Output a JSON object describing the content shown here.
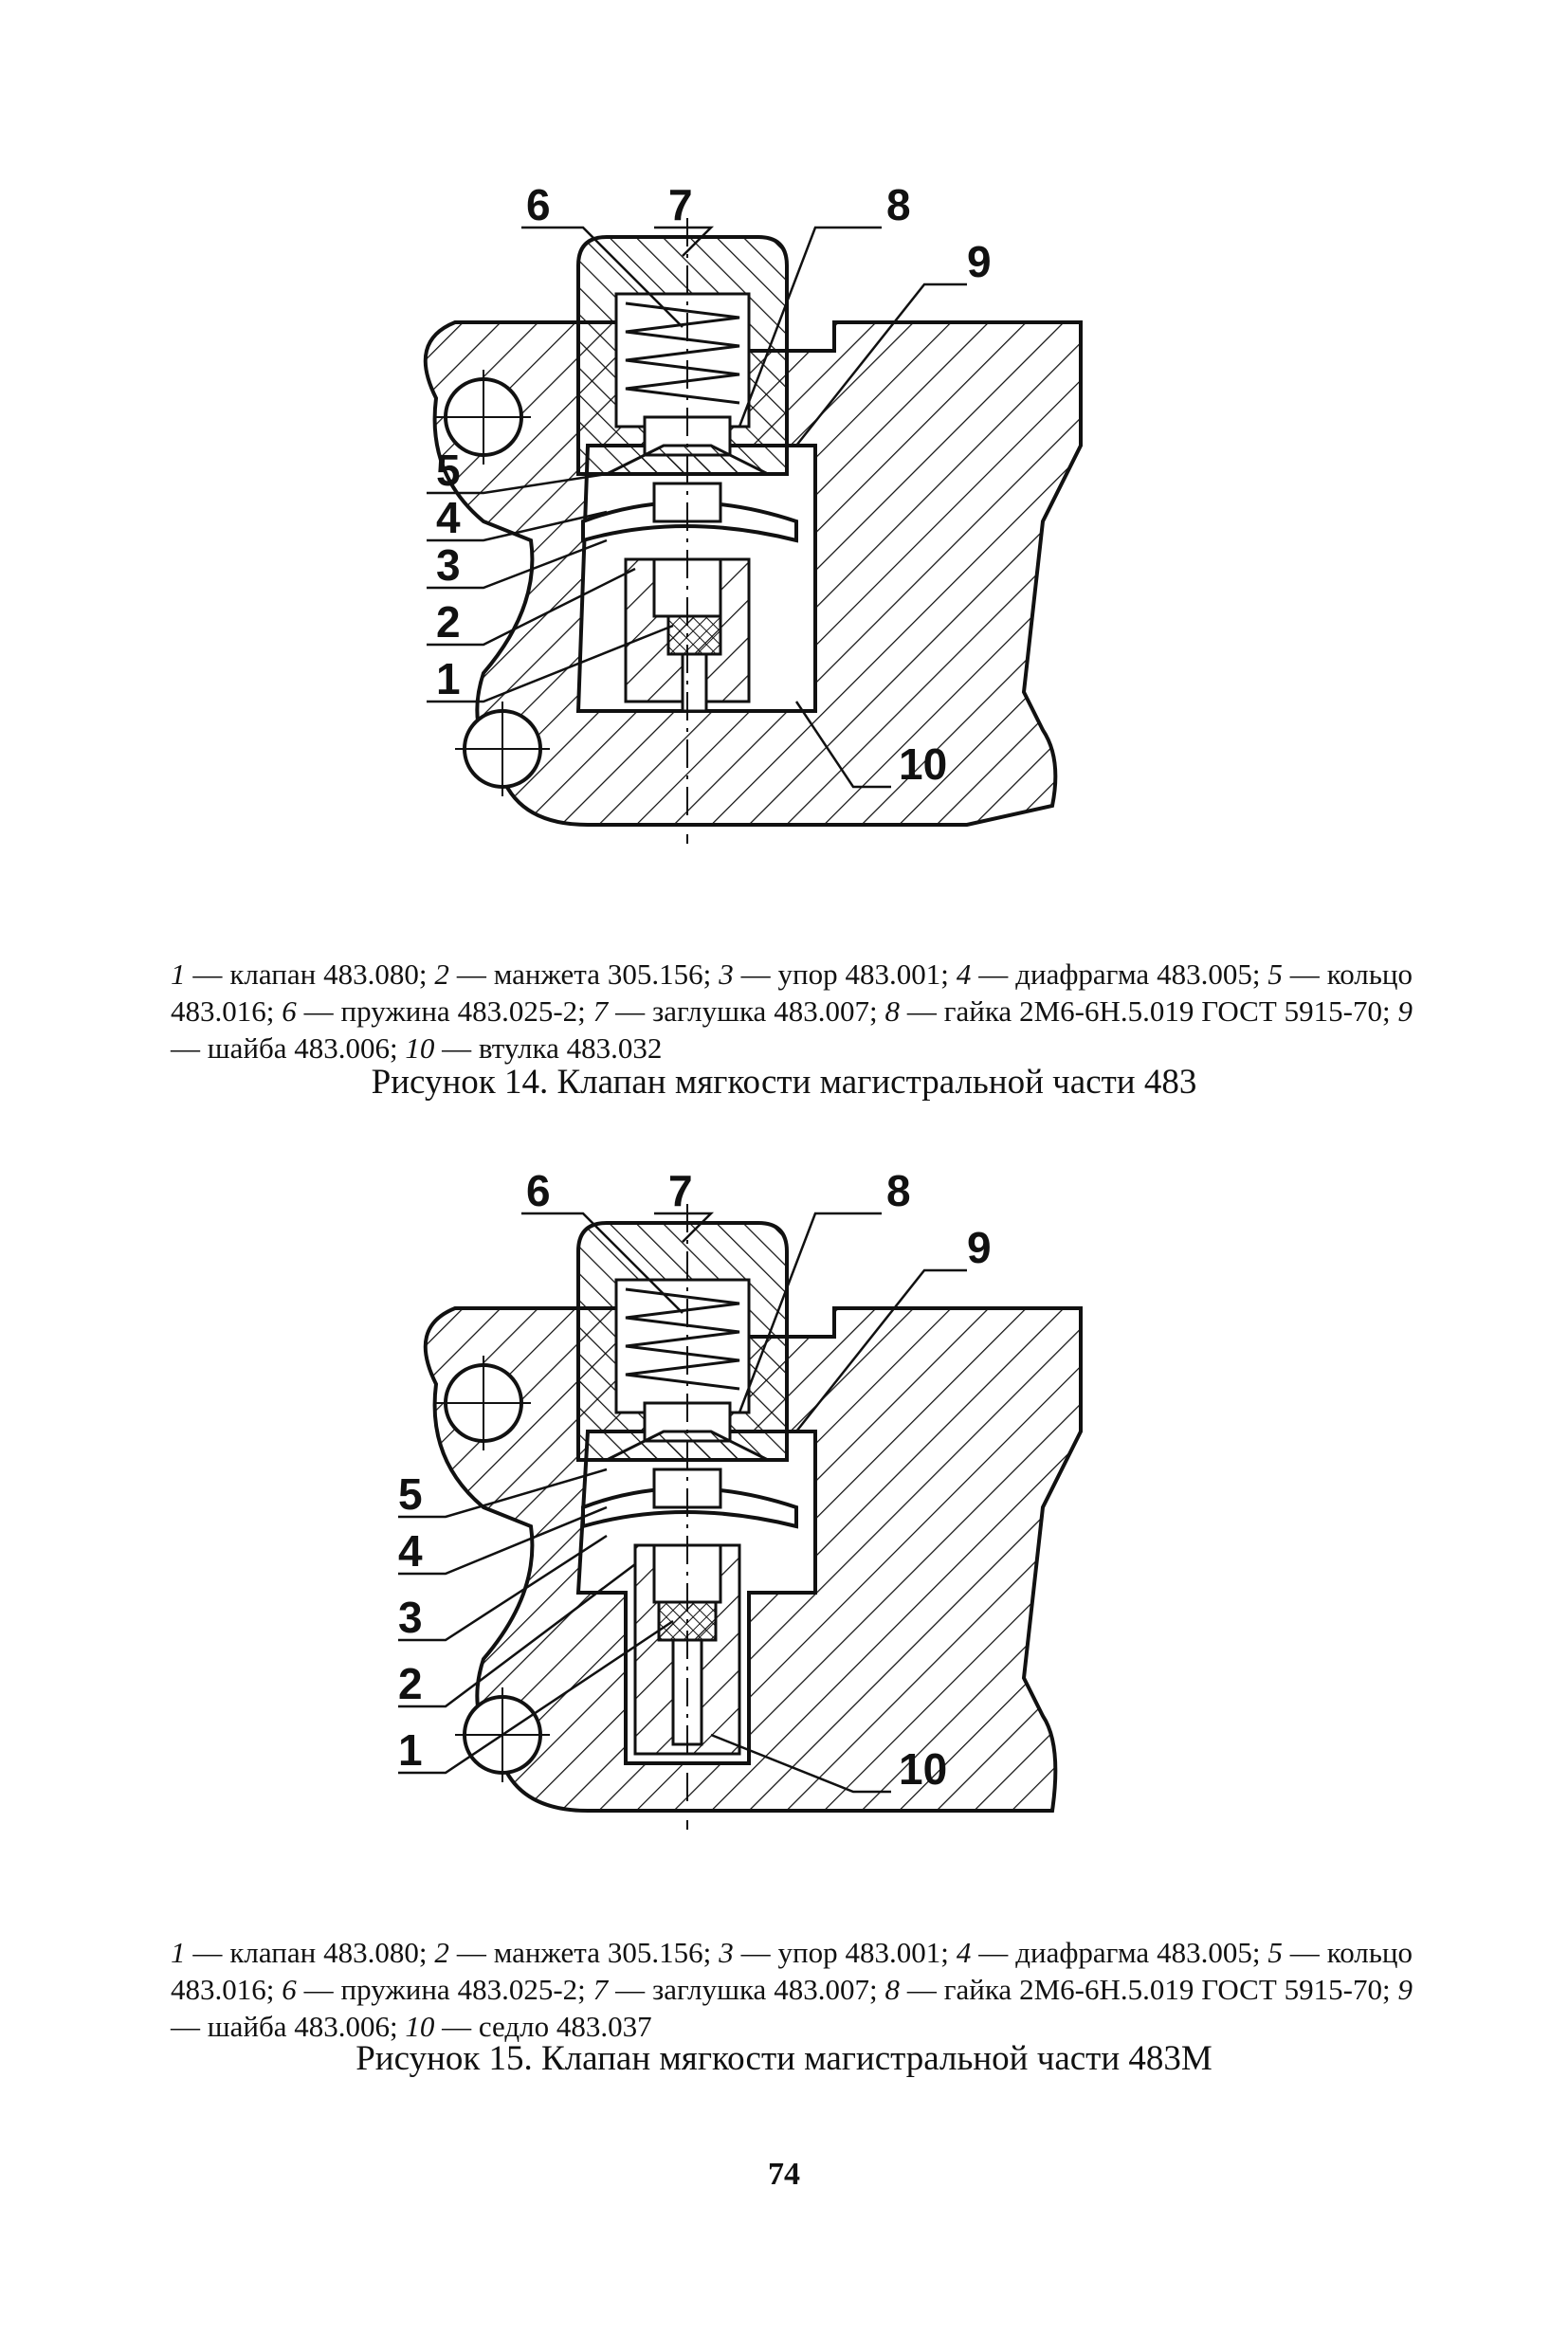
{
  "figure14": {
    "callouts": [
      "6",
      "7",
      "8",
      "9",
      "5",
      "4",
      "3",
      "2",
      "1",
      "10"
    ],
    "legend": [
      {
        "num": "1",
        "text": " — клапан 483.080; "
      },
      {
        "num": "2",
        "text": " — манжета 305.156; "
      },
      {
        "num": "3",
        "text": " — упор 483.001; "
      },
      {
        "num": "4",
        "text": " — диафрагма 483.005; "
      },
      {
        "num": "5",
        "text": " — кольцо 483.016; "
      },
      {
        "num": "6",
        "text": " — пружина 483.025-2; "
      },
      {
        "num": "7",
        "text": " — заглушка 483.007; "
      },
      {
        "num": "8",
        "text": " — гайка 2М6-6Н.5.019 ГОСТ 5915-70; "
      },
      {
        "num": "9",
        "text": " — шайба 483.006; "
      },
      {
        "num": "10",
        "text": " — втулка 483.032"
      }
    ],
    "title": "Рисунок 14. Клапан мягкости магистральной части 483"
  },
  "figure15": {
    "callouts": [
      "6",
      "7",
      "8",
      "9",
      "5",
      "4",
      "3",
      "2",
      "1",
      "10"
    ],
    "legend": [
      {
        "num": "1",
        "text": " — клапан 483.080; "
      },
      {
        "num": "2",
        "text": " — манжета 305.156; "
      },
      {
        "num": "3",
        "text": " — упор 483.001; "
      },
      {
        "num": "4",
        "text": " — диафрагма 483.005; "
      },
      {
        "num": "5",
        "text": " — кольцо 483.016; "
      },
      {
        "num": "6",
        "text": " — пружина 483.025-2; "
      },
      {
        "num": "7",
        "text": " — заглушка 483.007; "
      },
      {
        "num": "8",
        "text": " — гайка 2М6-6Н.5.019 ГОСТ 5915-70; "
      },
      {
        "num": "9",
        "text": " — шайба 483.006; "
      },
      {
        "num": "10",
        "text": " — седло 483.037"
      }
    ],
    "title": "Рисунок 15. Клапан мягкости магистральной части 483М"
  },
  "page_number": "74"
}
